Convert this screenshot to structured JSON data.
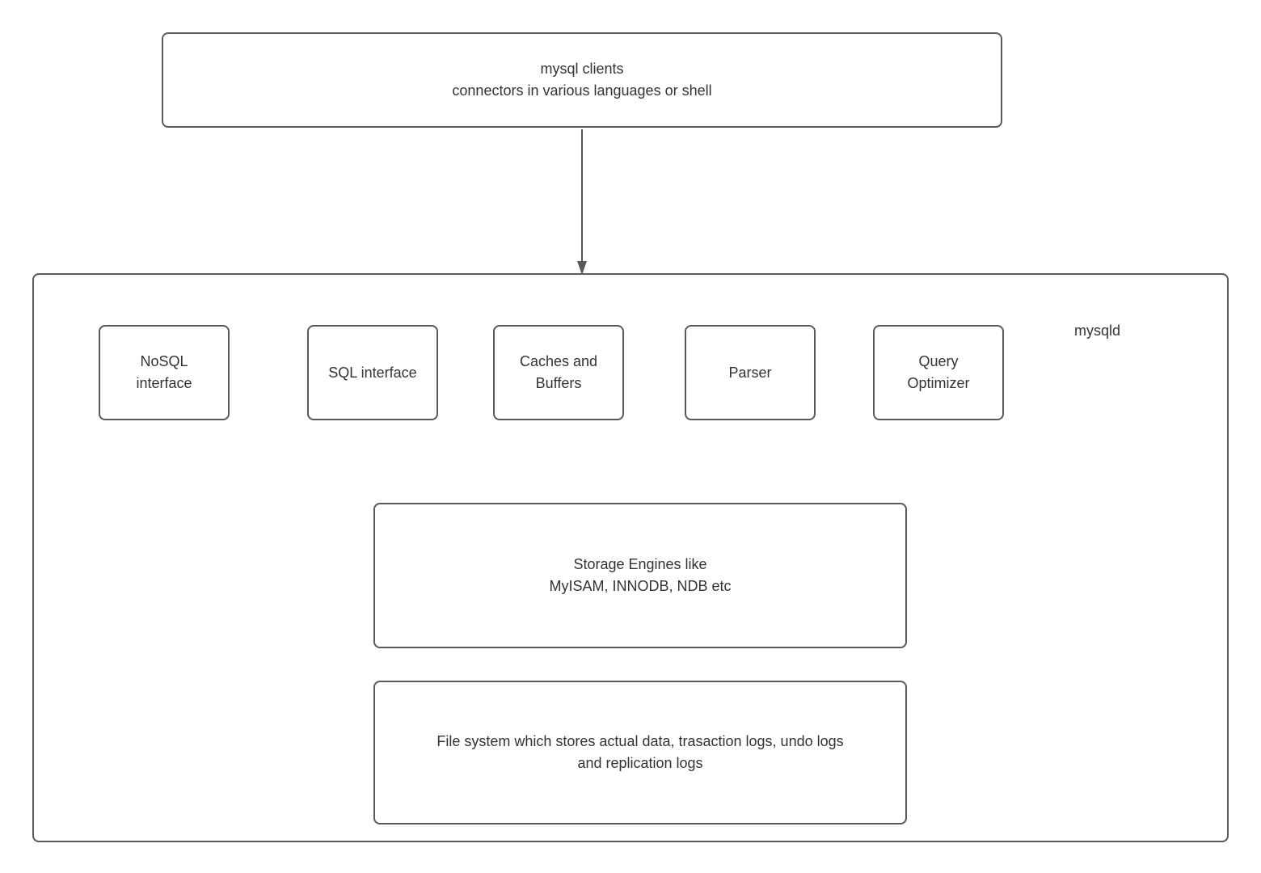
{
  "diagram": {
    "clients_box": {
      "label": "mysql clients\nconnectors in various languages or shell"
    },
    "arrow": {
      "from": "clients-box",
      "to": "mysqld-container",
      "direction": "down"
    },
    "mysqld_label": "mysqld",
    "interface_boxes": [
      {
        "label": "NoSQL\ninterface"
      },
      {
        "label": "SQL interface"
      },
      {
        "label": "Caches and\nBuffers"
      },
      {
        "label": "Parser"
      },
      {
        "label": "Query\nOptimizer"
      }
    ],
    "storage_box": {
      "label": "Storage Engines like\nMyISAM, INNODB, NDB etc"
    },
    "filesystem_box": {
      "label": "File system which stores actual data, trasaction logs, undo logs\nand replication logs"
    }
  },
  "colors": {
    "border": "#595959",
    "text": "#333333",
    "background": "#ffffff"
  }
}
